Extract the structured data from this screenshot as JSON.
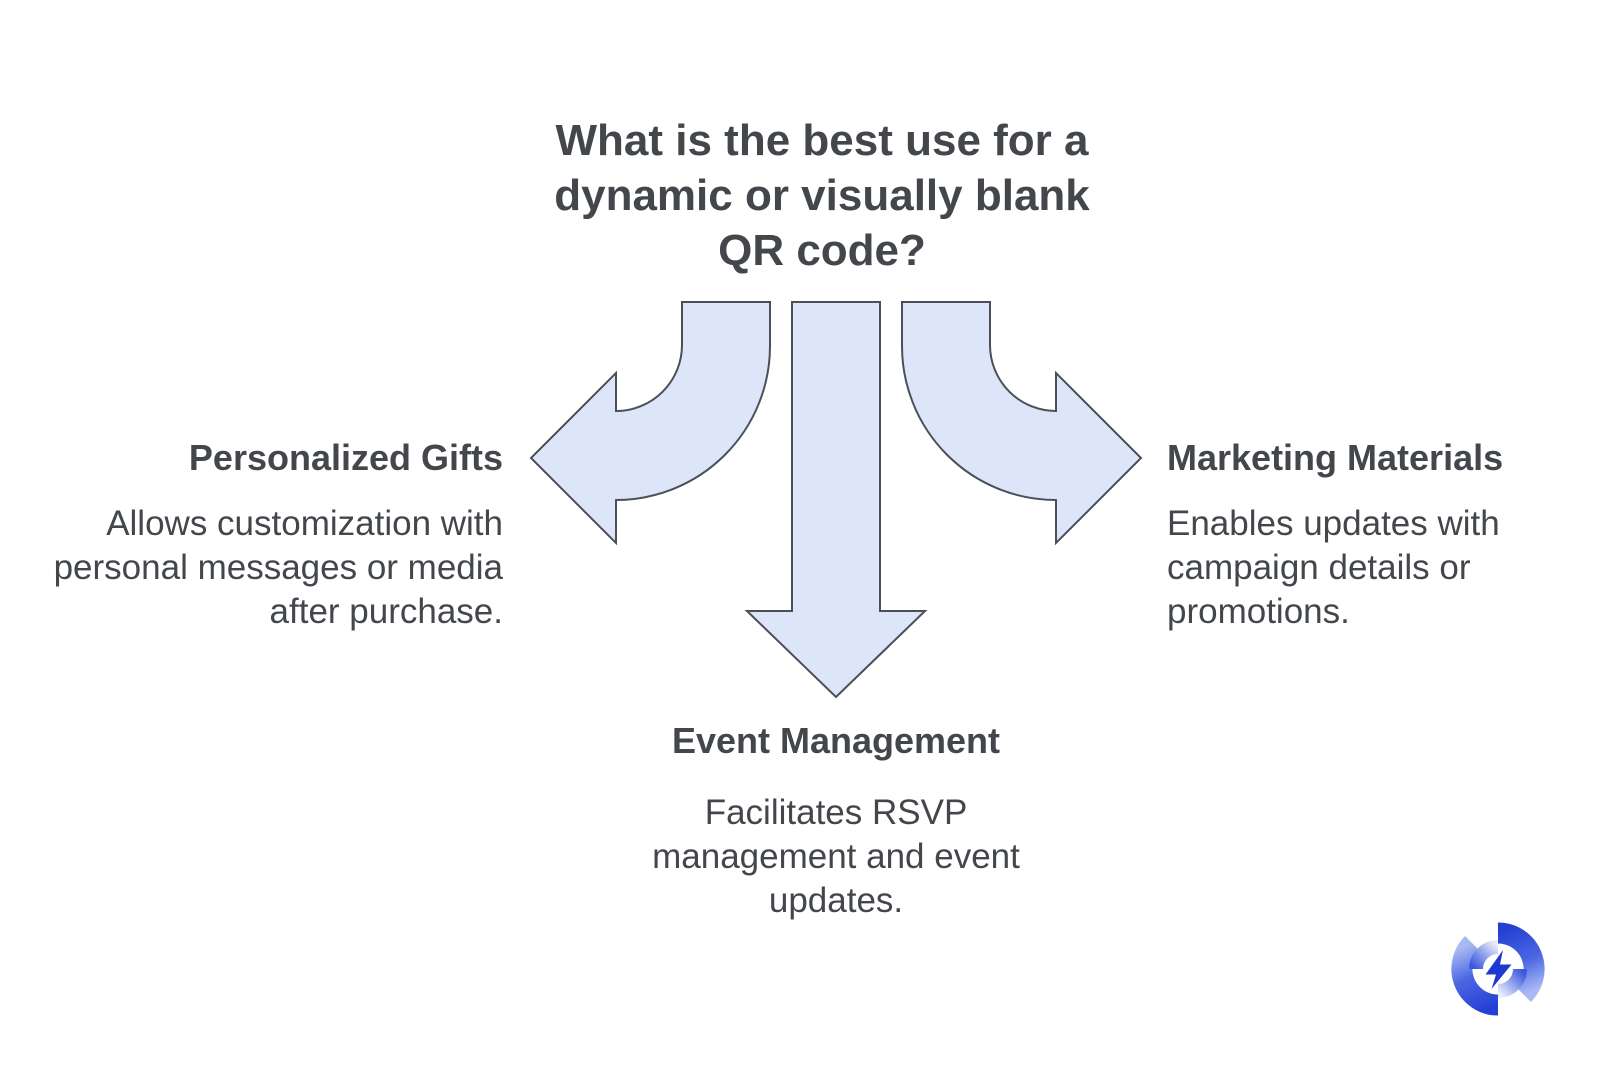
{
  "title": {
    "lines": [
      "What is the best use for a",
      "dynamic or visually blank",
      "QR code?"
    ]
  },
  "branches": {
    "left": {
      "heading": "Personalized Gifts",
      "lines": [
        "Allows customization with",
        "personal messages or media",
        "after purchase."
      ]
    },
    "center": {
      "heading": "Event Management",
      "lines": [
        "Facilitates RSVP",
        "management and event",
        "updates."
      ]
    },
    "right": {
      "heading": "Marketing Materials",
      "lines": [
        "Enables updates with",
        "campaign details or",
        "promotions."
      ]
    }
  },
  "icons": {
    "arrow_left": "curved-arrow-down-left",
    "arrow_center": "straight-arrow-down",
    "arrow_right": "curved-arrow-down-right",
    "logo": "refresh-bolt-logo"
  },
  "colors": {
    "arrow_fill": "#dce6f8",
    "arrow_stroke": "#4b5058",
    "text": "#43474c",
    "logo_dark_blue": "#2440d4",
    "logo_light_blue": "#e6ecfc"
  }
}
